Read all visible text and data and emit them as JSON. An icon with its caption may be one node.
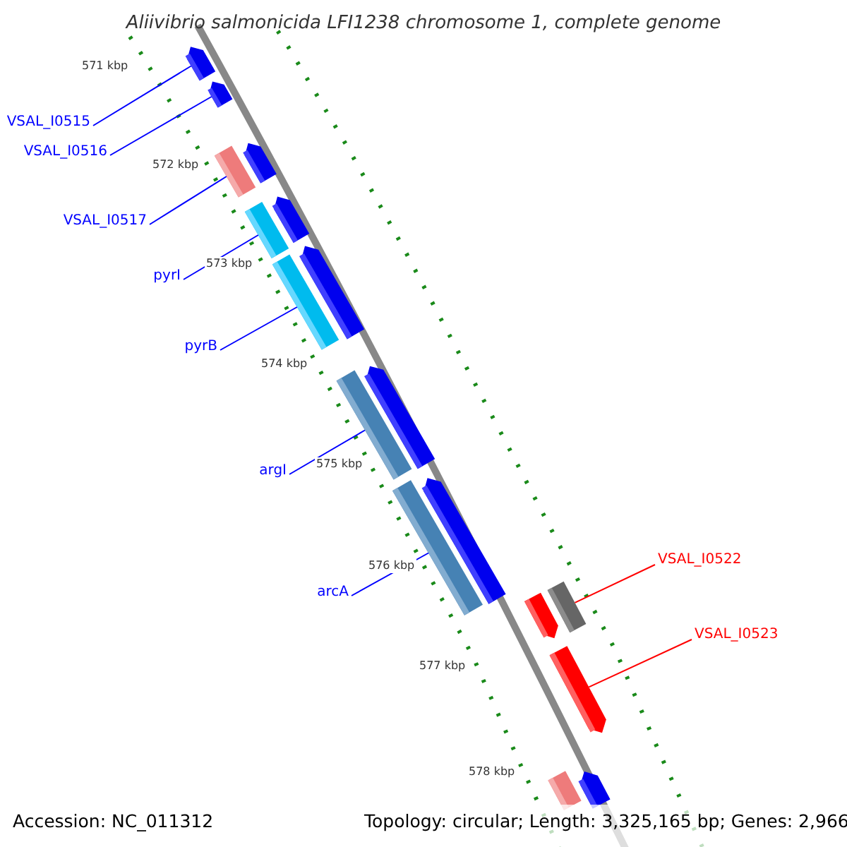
{
  "diagram": {
    "title": "Aliivibrio salmonicida LFI1238 chromosome 1, complete genome",
    "nodes": [
      {
        "text": [],
        "shape": "bar"
      },
      {
        "text": [],
        "shape": "bar"
      },
      {
        "text": [],
        "shape": "bar"
      },
      {
        "text": [],
        "shape": "bar"
      },
      {
        "text": [],
        "shape": "bar"
      },
      {
        "text": [],
        "shape": "bar"
      },
      {
        "text": [],
        "shape": "bar"
      },
      {
        "text": [],
        "shape": "bar"
      },
      {
        "text": [],
        "shape": "bar"
      },
      {
        "text": [],
        "shape": "bar"
      },
      {
        "text": [],
        "shape": "bar"
      },
      {
        "text": [],
        "shape": "bar"
      },
      {
        "text": [],
        "shape": "bar"
      },
      {
        "text": [],
        "shape": "bar"
      },
      {
        "text": [],
        "shape": "bar"
      },
      {
        "text": [],
        "shape": "bar"
      },
      {
        "text": [],
        "shape": "bar"
      },
      {
        "text": [
          "VSAL_I0515"
        ]
      },
      {
        "text": [
          "VSAL_I0516"
        ]
      },
      {
        "text": [
          "VSAL_I0517"
        ]
      },
      {
        "text": [
          "pyrI"
        ]
      },
      {
        "text": [
          "pyrB"
        ]
      },
      {
        "text": [
          "argI"
        ]
      },
      {
        "text": [
          "arcA"
        ]
      },
      {
        "text": [
          "VSAL_I0522"
        ]
      },
      {
        "text": [
          "VSAL_I0523"
        ]
      }
    ],
    "edges": [
      {
        "from": 17,
        "to": 0,
        "arrow": "none"
      },
      {
        "from": 18,
        "to": 1,
        "arrow": "none"
      },
      {
        "from": 19,
        "to": 3,
        "arrow": "none"
      },
      {
        "from": 20,
        "to": 5,
        "arrow": "none"
      },
      {
        "from": 21,
        "to": 7,
        "arrow": "none"
      },
      {
        "from": 22,
        "to": 9,
        "arrow": "none"
      },
      {
        "from": 23,
        "to": 11,
        "arrow": "none"
      },
      {
        "from": 24,
        "to": 12,
        "arrow": "none",
        "color": "#ff0000"
      },
      {
        "from": 25,
        "to": 14,
        "arrow": "none",
        "color": "#ff0000"
      }
    ],
    "labels": [
      "571 kbp",
      "572 kbp",
      "573 kbp",
      "574 kbp",
      "575 kbp",
      "576 kbp",
      "577 kbp",
      "578 kbp",
      "Accession: NC_011312",
      "Topology: circular; Length: 3,325,165 bp; Genes: 2,966"
    ]
  }
}
